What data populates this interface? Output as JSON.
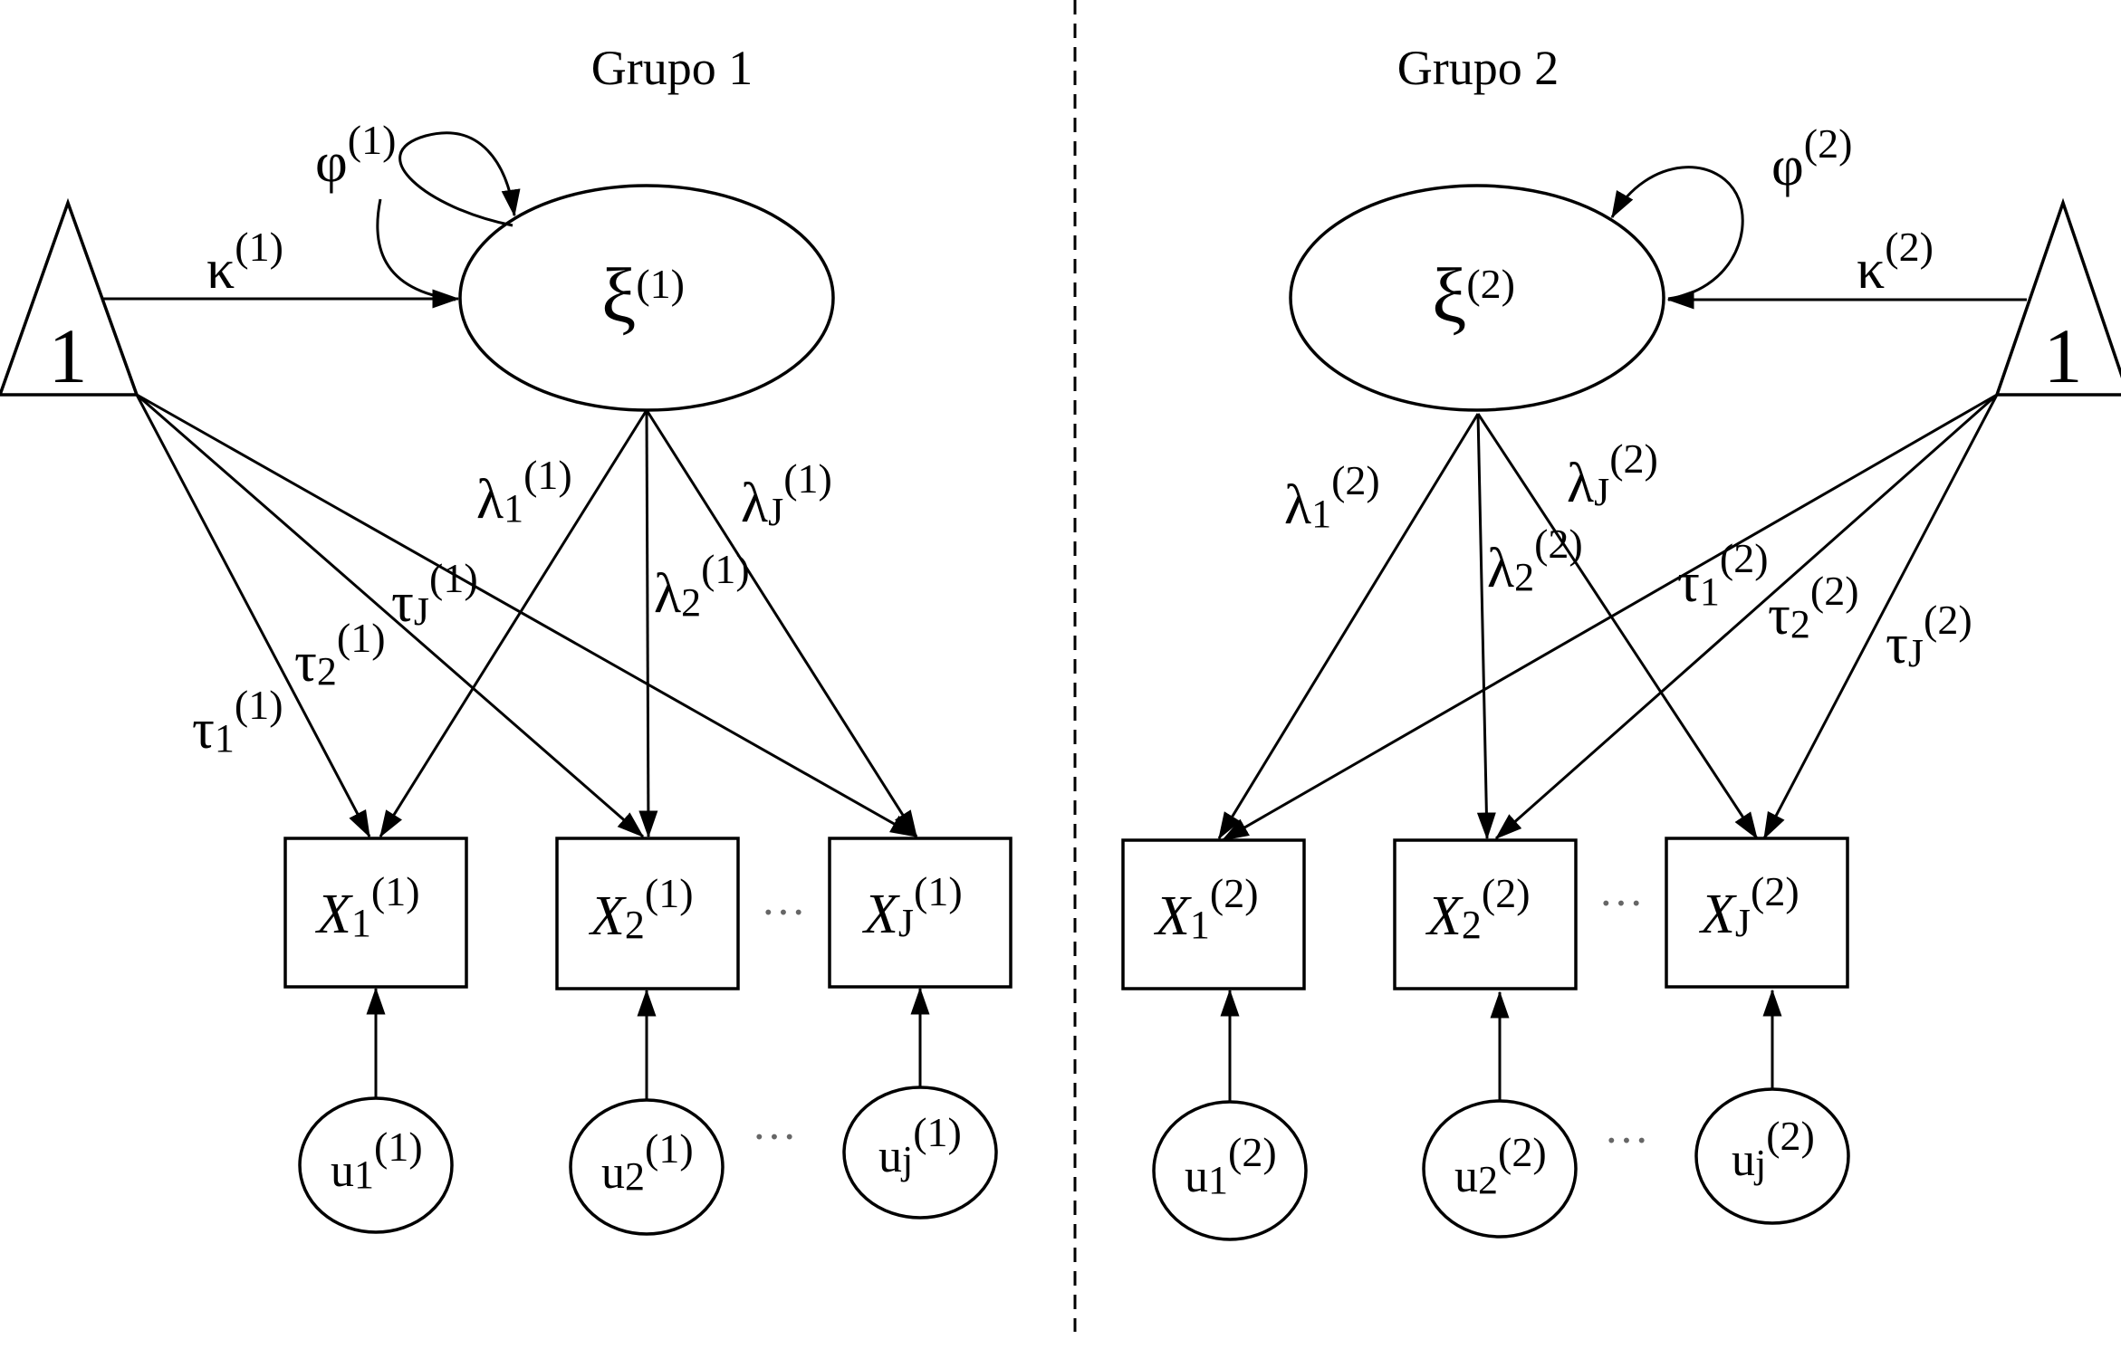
{
  "divider": {
    "style": "dashed",
    "color": "#000000"
  },
  "groups": [
    {
      "id": 1,
      "title": "Grupo 1",
      "superscript": "(1)",
      "constant_label": "1",
      "latent": {
        "symbol": "ξ"
      },
      "variance": {
        "symbol": "φ"
      },
      "mean": {
        "symbol": "κ"
      },
      "loadings": [
        {
          "symbol": "λ",
          "sub": "1"
        },
        {
          "symbol": "λ",
          "sub": "2"
        },
        {
          "symbol": "λ",
          "sub": "J"
        }
      ],
      "intercepts": [
        {
          "symbol": "τ",
          "sub": "1"
        },
        {
          "symbol": "τ",
          "sub": "2"
        },
        {
          "symbol": "τ",
          "sub": "J"
        }
      ],
      "indicators": [
        {
          "symbol": "X",
          "sub": "1"
        },
        {
          "symbol": "X",
          "sub": "2"
        },
        {
          "symbol": "X",
          "sub": "J"
        }
      ],
      "errors": [
        {
          "symbol": "u",
          "sub": "1"
        },
        {
          "symbol": "u",
          "sub": "2"
        },
        {
          "symbol": "u",
          "sub": "j"
        }
      ]
    },
    {
      "id": 2,
      "title": "Grupo 2",
      "superscript": "(2)",
      "constant_label": "1",
      "latent": {
        "symbol": "ξ"
      },
      "variance": {
        "symbol": "φ"
      },
      "mean": {
        "symbol": "κ"
      },
      "loadings": [
        {
          "symbol": "λ",
          "sub": "1"
        },
        {
          "symbol": "λ",
          "sub": "2"
        },
        {
          "symbol": "λ",
          "sub": "J"
        }
      ],
      "intercepts": [
        {
          "symbol": "τ",
          "sub": "1"
        },
        {
          "symbol": "τ",
          "sub": "2"
        },
        {
          "symbol": "τ",
          "sub": "J"
        }
      ],
      "indicators": [
        {
          "symbol": "X",
          "sub": "1"
        },
        {
          "symbol": "X",
          "sub": "2"
        },
        {
          "symbol": "X",
          "sub": "J"
        }
      ],
      "errors": [
        {
          "symbol": "u",
          "sub": "1"
        },
        {
          "symbol": "u",
          "sub": "2"
        },
        {
          "symbol": "u",
          "sub": "j"
        }
      ]
    }
  ],
  "ellipsis": "···"
}
